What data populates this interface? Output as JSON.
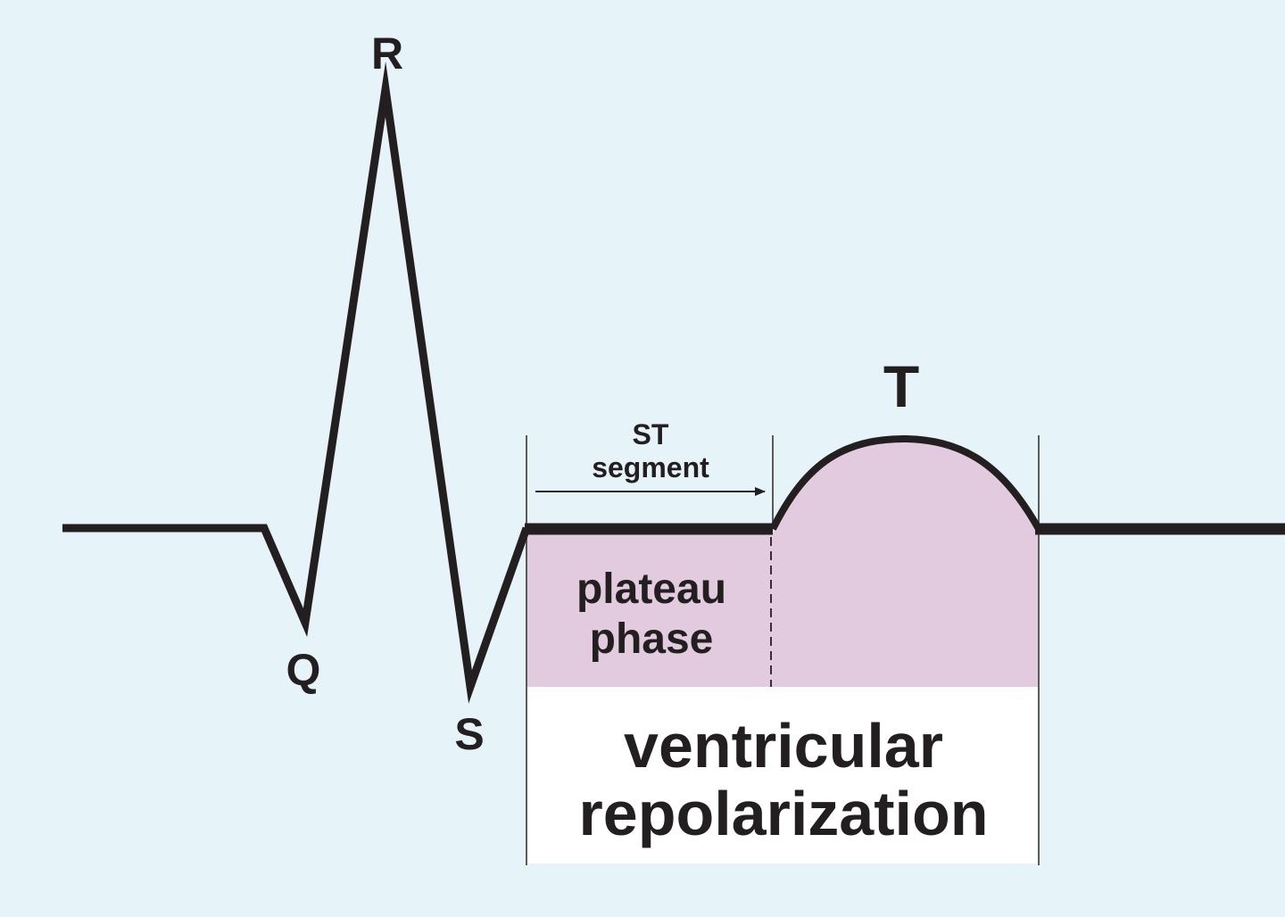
{
  "colors": {
    "background": "#e6f4f9",
    "trace": "#231f20",
    "shaded_region": "#e3cbdf",
    "label_box": "#ffffff",
    "guide_line": "#5a5a5a"
  },
  "waves": {
    "r": "R",
    "q": "Q",
    "s": "S",
    "t": "T"
  },
  "st_segment": {
    "line1": "ST",
    "line2": "segment"
  },
  "plateau": {
    "line1": "plateau",
    "line2": "phase"
  },
  "repolarization": {
    "line1": "ventricular",
    "line2": "repolarization"
  }
}
